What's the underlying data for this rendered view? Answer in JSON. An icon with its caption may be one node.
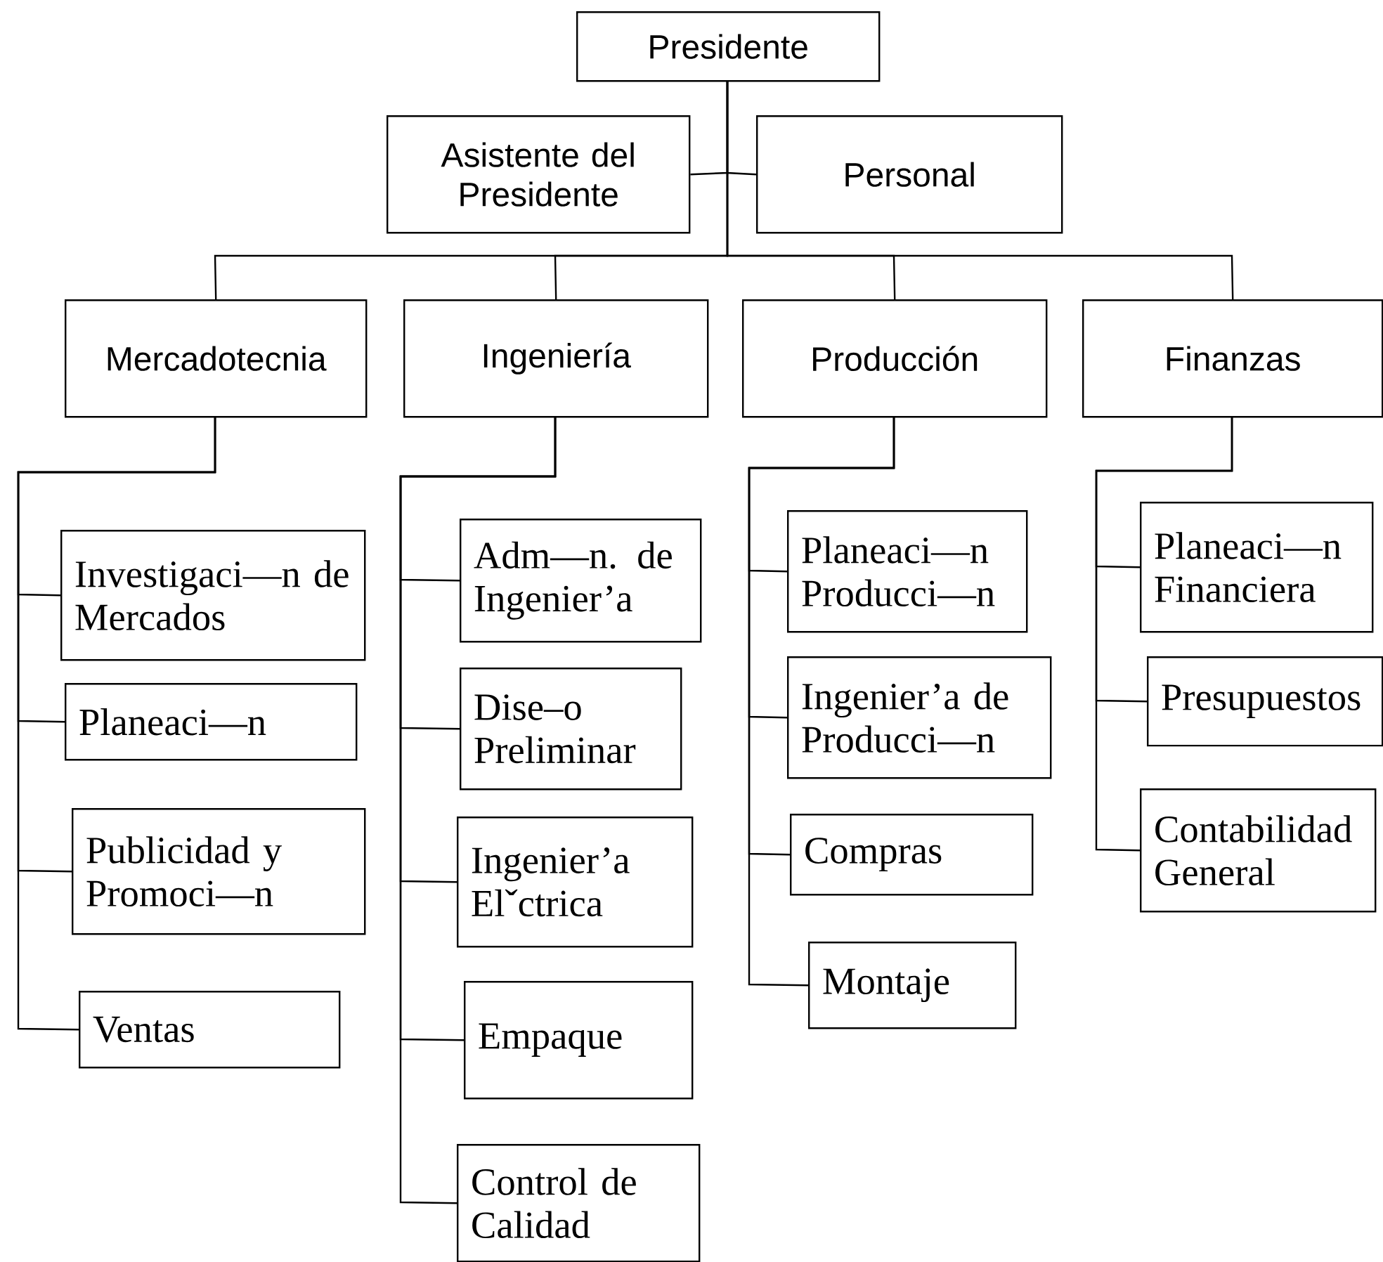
{
  "diagram": {
    "nodes": [
      {
        "text": [
          "Presidente"
        ]
      },
      {
        "text": [
          "Asistente del Presidente"
        ]
      },
      {
        "text": [
          "Personal"
        ]
      },
      {
        "text": [
          "Mercadotecnia"
        ]
      },
      {
        "text": [
          "Ingeniería"
        ]
      },
      {
        "text": [
          "Producción"
        ]
      },
      {
        "text": [
          "Finanzas"
        ]
      },
      {
        "text": [
          "Investigaci—n de Mercados"
        ]
      },
      {
        "text": [
          "Planeaci—n"
        ]
      },
      {
        "text": [
          "Publicidad y Promoci—n"
        ]
      },
      {
        "text": [
          "Ventas"
        ]
      },
      {
        "text": [
          "Adm—n. de Ingenier’a"
        ]
      },
      {
        "text": [
          "Dise–o Preliminar"
        ]
      },
      {
        "text": [
          "Ingenier’a Elˇctrica"
        ]
      },
      {
        "text": [
          "Empaque"
        ]
      },
      {
        "text": [
          "Control de Calidad"
        ]
      },
      {
        "text": [
          "Planeaci—n Producci—n"
        ]
      },
      {
        "text": [
          "Ingenier’a de Producci—n"
        ]
      },
      {
        "text": [
          "Compras"
        ]
      },
      {
        "text": [
          "Montaje"
        ]
      },
      {
        "text": [
          "Planeaci—n Financiera"
        ]
      },
      {
        "text": [
          "Presupuestos"
        ]
      },
      {
        "text": [
          "Contabilidad General"
        ]
      }
    ],
    "edges": [
      {
        "from": 0,
        "to": 1,
        "arrow": "none"
      },
      {
        "from": 0,
        "to": 2,
        "arrow": "none"
      },
      {
        "from": 0,
        "to": 3,
        "arrow": "none"
      },
      {
        "from": 0,
        "to": 4,
        "arrow": "none"
      },
      {
        "from": 0,
        "to": 5,
        "arrow": "none"
      },
      {
        "from": 0,
        "to": 6,
        "arrow": "none"
      },
      {
        "from": 3,
        "to": 7,
        "arrow": "none"
      },
      {
        "from": 3,
        "to": 8,
        "arrow": "none"
      },
      {
        "from": 3,
        "to": 9,
        "arrow": "none"
      },
      {
        "from": 3,
        "to": 10,
        "arrow": "none"
      },
      {
        "from": 4,
        "to": 11,
        "arrow": "none"
      },
      {
        "from": 4,
        "to": 12,
        "arrow": "none"
      },
      {
        "from": 4,
        "to": 13,
        "arrow": "none"
      },
      {
        "from": 4,
        "to": 14,
        "arrow": "none"
      },
      {
        "from": 4,
        "to": 15,
        "arrow": "none"
      },
      {
        "from": 5,
        "to": 16,
        "arrow": "none"
      },
      {
        "from": 5,
        "to": 17,
        "arrow": "none"
      },
      {
        "from": 5,
        "to": 18,
        "arrow": "none"
      },
      {
        "from": 5,
        "to": 19,
        "arrow": "none"
      },
      {
        "from": 6,
        "to": 20,
        "arrow": "none"
      },
      {
        "from": 6,
        "to": 21,
        "arrow": "none"
      },
      {
        "from": 6,
        "to": 22,
        "arrow": "none"
      }
    ]
  }
}
